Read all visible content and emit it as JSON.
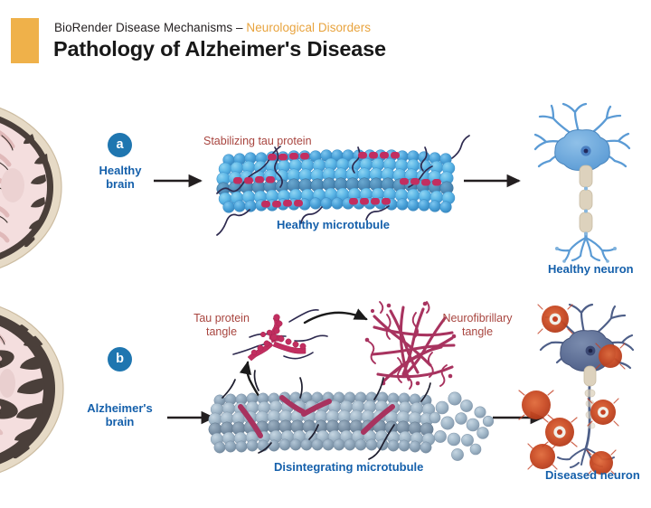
{
  "header": {
    "accent_color": "#efb14a",
    "subtitle_prefix": "BioRender Disease Mechanisms – ",
    "subtitle_accent": "Neurological Disorders",
    "title": "Pathology of Alzheimer's Disease"
  },
  "colors": {
    "label_blue": "#1560ab",
    "label_red": "#a8453f",
    "badge_blue": "#1f76b0",
    "orange_accent": "#e8a33d",
    "tau_maroon": "#b8305e",
    "tangle_maroon": "#a8335f",
    "tubulin_blue": "#4fa8dc",
    "tubulin_grey": "#8fa8bd",
    "plaque_red": "#c43f22",
    "neuron_blue": "#5b9bd5",
    "neuron_diseased": "#5a6a92",
    "myelin": "#ddd2bd",
    "arrow_black": "#231f20",
    "brain_tissue": "#f2dada",
    "brain_gyri": "#e3bfbf",
    "brain_dark": "#4a3f3a",
    "brain_skull": "#ded2bd"
  },
  "panel_a": {
    "badge": "a",
    "source_label_line1": "Healthy",
    "source_label_line2": "brain",
    "tau_label": "Stabilizing tau protein",
    "structure_label": "Healthy microtubule",
    "outcome_label": "Healthy neuron",
    "brain_name": "healthy-brain-cross-section",
    "arrow_count": 2
  },
  "panel_b": {
    "badge": "b",
    "source_label_line1": "Alzheimer's",
    "source_label_line2": "brain",
    "tau_tangle_label_line1": "Tau protein",
    "tau_tangle_label_line2": "tangle",
    "neurofibrillary_label_line1": "Neurofibrillary",
    "neurofibrillary_label_line2": "tangle",
    "structure_label": "Disintegrating microtubule",
    "outcome_label": "Diseased neuron",
    "brain_name": "alzheimers-brain-cross-section",
    "arrow_count": 4
  },
  "chart_data": {
    "type": "diagram",
    "title": "Pathology of Alzheimer's Disease",
    "rows": [
      {
        "id": "a",
        "stages": [
          "Healthy brain",
          "Healthy microtubule",
          "Healthy neuron"
        ],
        "annotations": [
          "Stabilizing tau protein"
        ]
      },
      {
        "id": "b",
        "stages": [
          "Alzheimer's brain",
          "Disintegrating microtubule",
          "Diseased neuron"
        ],
        "annotations": [
          "Tau protein tangle",
          "Neurofibrillary tangle"
        ]
      }
    ]
  }
}
